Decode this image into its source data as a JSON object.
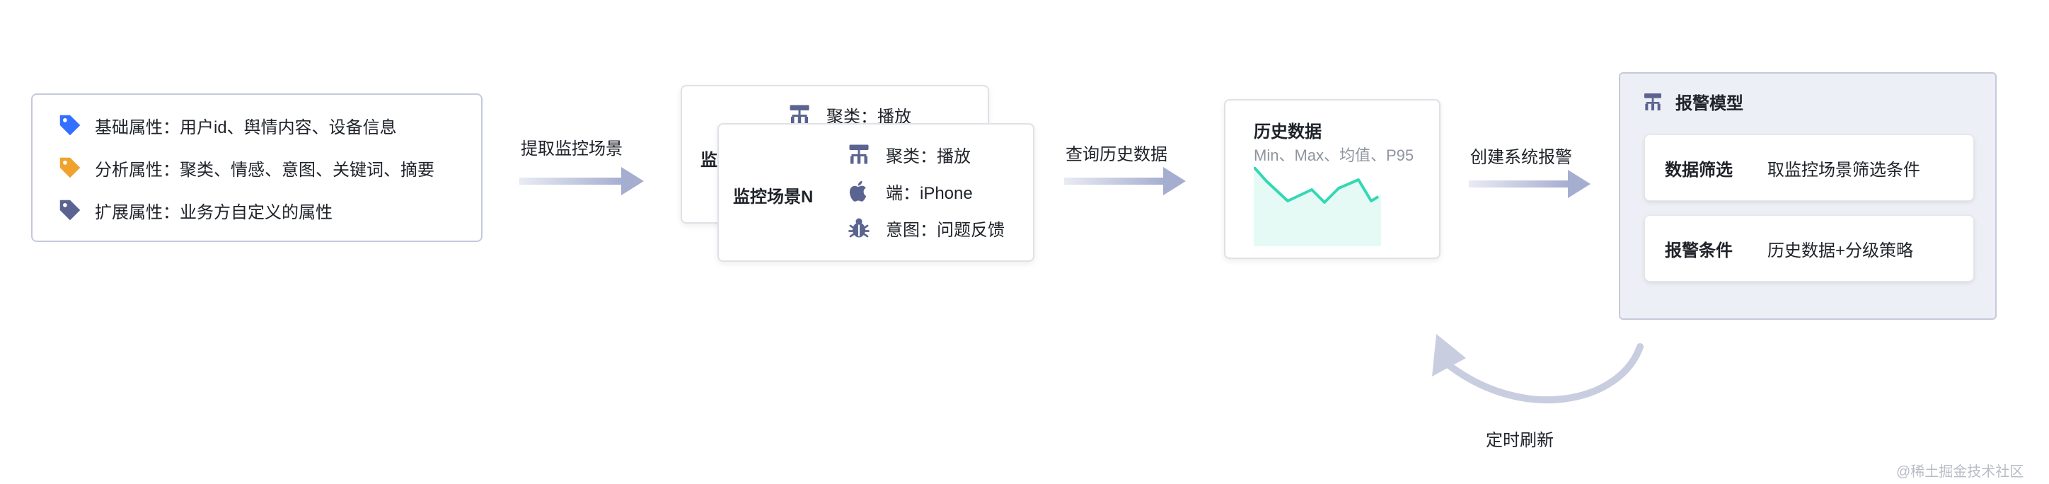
{
  "attributes": {
    "items": [
      {
        "icon": "tag-icon",
        "color": "#3370ff",
        "text": "基础属性：用户id、舆情内容、设备信息"
      },
      {
        "icon": "tag-icon",
        "color": "#f0a22e",
        "text": "分析属性：聚类、情感、意图、关键词、摘要"
      },
      {
        "icon": "tag-icon",
        "color": "#5b6491",
        "text": "扩展属性：业务方自定义的属性"
      }
    ]
  },
  "arrows": {
    "extract": "提取监控场景",
    "query": "查询历史数据",
    "create": "创建系统报警",
    "refresh": "定时刷新"
  },
  "scene_back": {
    "title": "监",
    "first_item": "聚类：播放"
  },
  "scene_front": {
    "title": "监控场景N",
    "items": [
      {
        "icon": "cluster-icon",
        "text": "聚类：播放"
      },
      {
        "icon": "apple-icon",
        "text": "端：iPhone"
      },
      {
        "icon": "bug-icon",
        "text": "意图：问题反馈"
      }
    ]
  },
  "history": {
    "title": "历史数据",
    "subtitle": "Min、Max、均值、P95",
    "line_color": "#34d8b4",
    "fill_color": "#e6faf5"
  },
  "model": {
    "title": "报警模型",
    "rows": [
      {
        "key": "数据筛选",
        "value": "取监控场景筛选条件"
      },
      {
        "key": "报警条件",
        "value": "历史数据+分级策略"
      }
    ]
  },
  "watermark": "@稀土掘金技术社区",
  "colors": {
    "arrow": "#a6aed0",
    "model_bg": "#eceff5",
    "border": "#c5c9dc"
  }
}
